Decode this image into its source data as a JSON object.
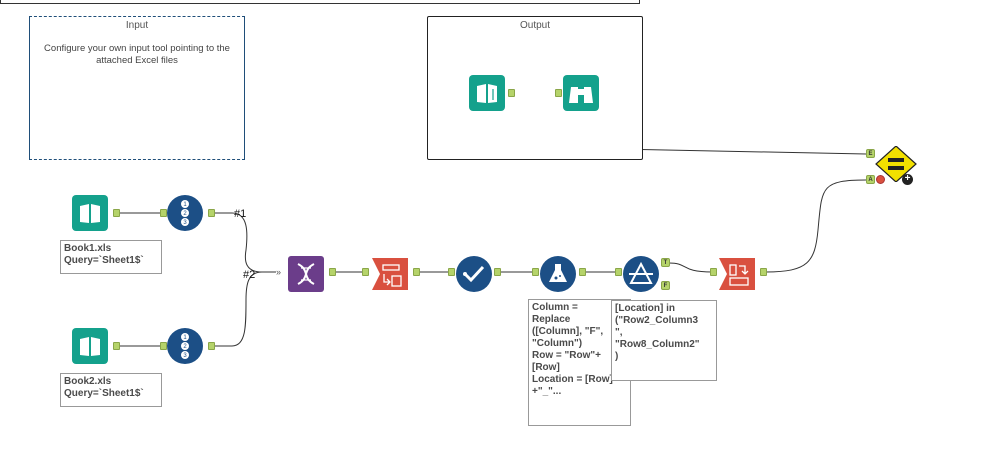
{
  "containers": {
    "input": {
      "title": "Input",
      "note": "Configure your own input tool pointing to the attached Excel files"
    },
    "output": {
      "title": "Output"
    }
  },
  "annotations": {
    "book1": "Book1.xls\nQuery=`Sheet1$`",
    "book2": "Book2.xls\nQuery=`Sheet1$`",
    "formula": "Column =\nReplace\n([Column], \"F\",\n\"Column\")\nRow = \"Row\"+\n[Row]\nLocation = [Row]\n+\"_\"...",
    "filter": "[Location] in\n(\"Row2_Column3\n\",\n\"Row8_Column2\"\n)"
  },
  "wire_labels": {
    "one": "#1",
    "two": "#2"
  },
  "anchor_labels": {
    "true": "T",
    "false": "F",
    "expected": "E",
    "actual": "A"
  },
  "colors": {
    "input_tool": "#14a18c",
    "record_id": "#1c4f86",
    "transpose": "#6b3d8a",
    "parse": "#d9503f",
    "validate": "#1c4f86",
    "test": "#f2e000"
  }
}
